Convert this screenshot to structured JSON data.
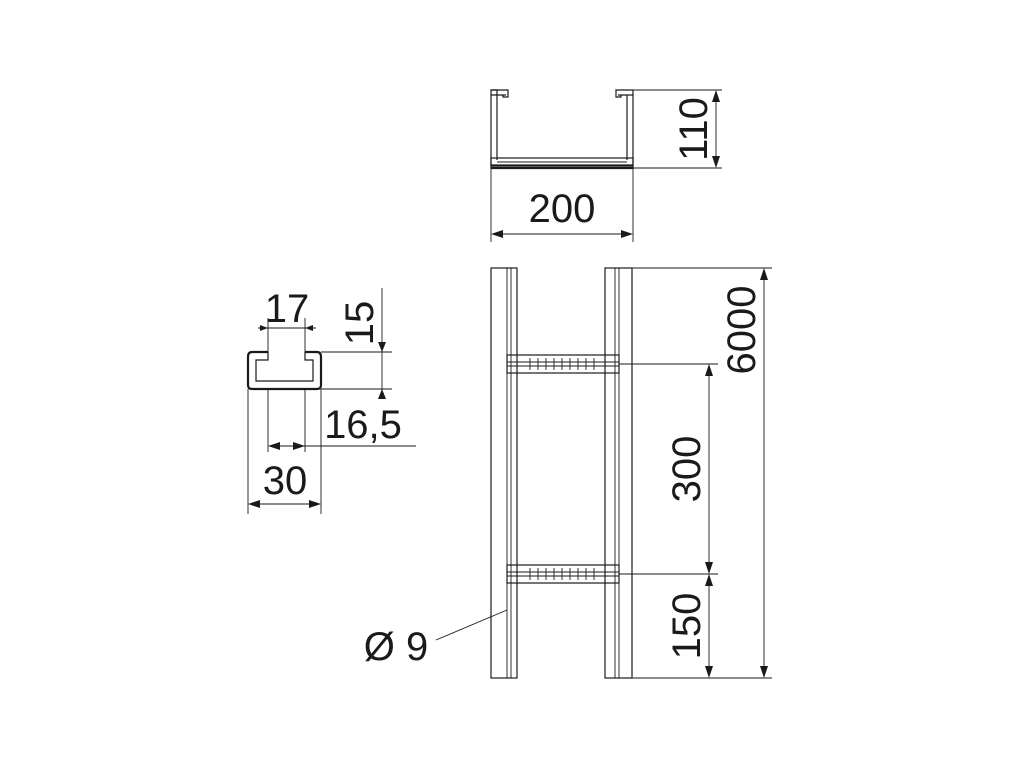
{
  "dimensions": {
    "width": "200",
    "height": "110",
    "length": "6000",
    "rung_spacing": "300",
    "end_offset": "150",
    "hole": "Ø 9",
    "profile_opening": "17",
    "profile_lip": "15",
    "profile_inner": "16,5",
    "profile_width": "30"
  }
}
